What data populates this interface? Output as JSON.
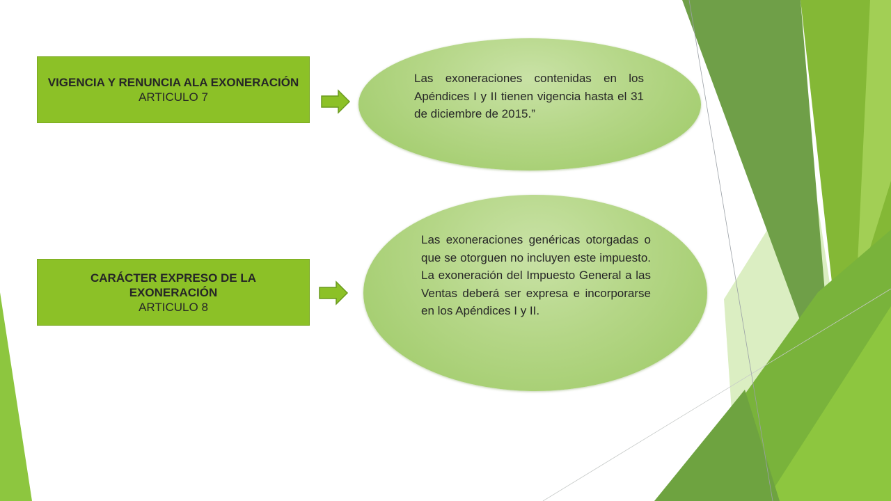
{
  "rows": [
    {
      "title": "VIGENCIA Y RENUNCIA ALA EXONERACIÓN",
      "subtitle": "ARTICULO 7",
      "description": "Las exoneraciones contenidas en los Apéndices I y II tienen vigencia hasta el 31 de diciembre de 2015.”"
    },
    {
      "title": "CARÁCTER EXPRESO DE LA EXONERACIÓN",
      "subtitle": "ARTICULO 8",
      "description": "Las exoneraciones genéricas otorgadas o que se otorguen no incluyen este impuesto. La exoneración del Impuesto General a las Ventas deberá ser expresa e incorporarse en los Apéndices I y II."
    }
  ],
  "colors": {
    "box_fill": "#8cc127",
    "arrow_fill": "#8cc127",
    "ellipse_fill": "#b4d686",
    "accent_dark": "#6f9f48",
    "accent_bright": "#8dc63f"
  },
  "icons": {
    "arrow": "right-arrow-icon"
  }
}
